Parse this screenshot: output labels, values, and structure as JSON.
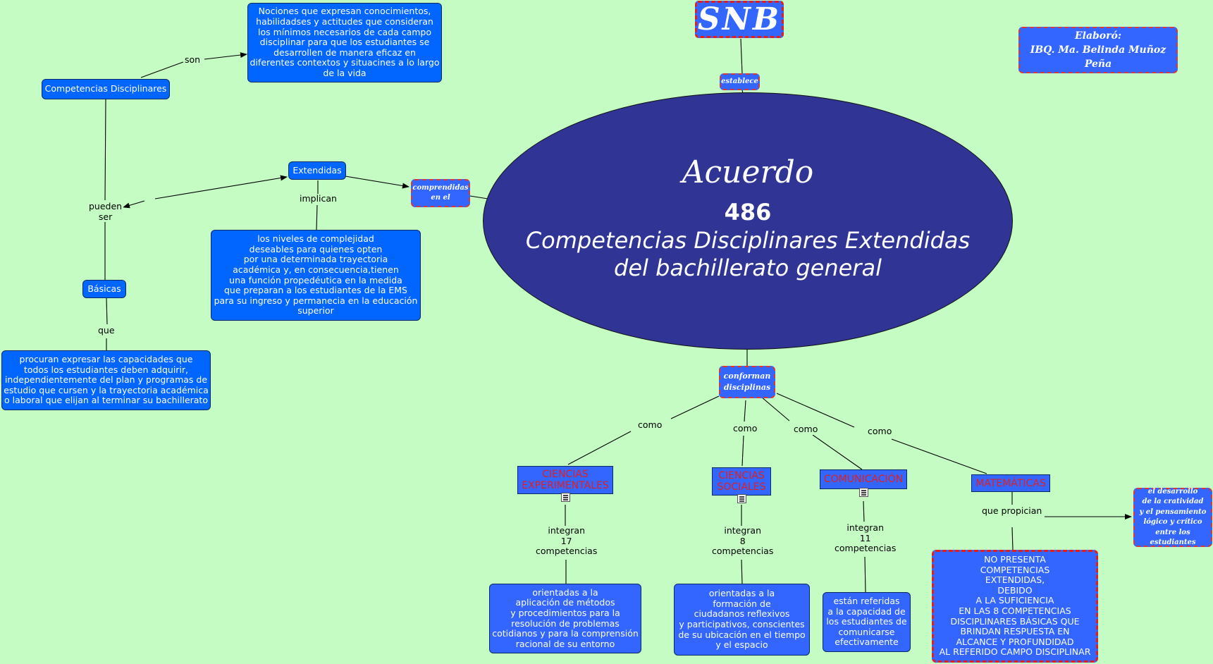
{
  "header": {
    "snb": "SNB",
    "author": "Elaboró:\nIBQ. Ma. Belinda Muñoz Peña"
  },
  "center": {
    "title_script": "Acuerdo",
    "number": "486",
    "line1": "Competencias Disciplinares  Extendidas",
    "line2": "del bachillerato general"
  },
  "links": {
    "establece": "establece",
    "comprendidas": "comprendidas\nen el",
    "conforman": "conforman\ndisciplinas",
    "son": "son",
    "pueden_ser": "pueden\nser",
    "implican": "implican",
    "que": "que",
    "como": "como",
    "integran_17": "integran\n17\ncompetencias",
    "integran_8": "integran\n8\ncompetencias",
    "integran_11": "integran\n11\ncompetencias",
    "que_propician": "que propician"
  },
  "concepts": {
    "competencias_disciplinares": "Competencias Disciplinares",
    "nociones": "Nociones que expresan conocimientos,\nhabilidadses y actitudes que consideran\nlos mínimos necesarios de cada campo\ndisciplinar para que los estudiantes se\ndesarrollen de manera eficaz en\ndiferentes contextos y situacines a lo largo\nde la vida",
    "extendidas": "Extendidas",
    "basicas": "Básicas",
    "niveles": "los niveles de complejidad\ndeseables para quienes opten\npor una determinada trayectoria\nacadémica y, en consecuencia,tienen\nuna función propedéutica en la medida\nque preparan a los estudiantes de la EMS\npara su ingreso y permanecia en la educación\nsuperior",
    "procuran": "procuran expresar las capacidades que\ntodos los estudiantes deben adquirir,\nindependientemente del plan y programas de\nestudio que cursen y la trayectoria académica\no laboral que elijan al terminar su bachillerato"
  },
  "areas": {
    "experimentales": "CIENCIAS\nEXPERIMENTALES",
    "sociales": "CIENCIAS\nSOCIALES",
    "comunicacion": "COMUNICACIÓN",
    "matematicas": "MATEMÁTICAS"
  },
  "outcomes": {
    "experimentales": "orientadas a la\naplicación de métodos\ny procedimientos para la\nresolución de problemas\ncotidianos y para la comprensión\nracional de su entorno",
    "sociales": "orientadas a la\nformación de\nciudadanos reflexivos\ny  participativos, conscientes\nde su ubicación en el tiempo\ny el espacio",
    "comunicacion": "están referidas\na la capacidad de\nlos estudiantes de\ncomunicarse\nefectivamente",
    "matematicas_no": "NO PRESENTA\nCOMPETENCIAS\nEXTENDIDAS,\nDEBIDO\nA LA SUFICIENCIA\nEN LAS 8 COMPETENCIAS\nDISCIPLINARES BÁSICAS QUE\nBRINDAN RESPUESTA EN\nALCANCE  Y PROFUNDIDAD\nAL REFERIDO CAMPO DISCIPLINAR",
    "desarrollo": "el desarrollo\nde la cratividad\ny el pensamiento\nlógico y crítico\nentre los estudiantes"
  },
  "colors": {
    "background": "#c4fcc4",
    "node_blue": "#0066ff",
    "ellipse": "#303495",
    "area_text": "#e0201c",
    "dash_border": "#d9383a"
  }
}
